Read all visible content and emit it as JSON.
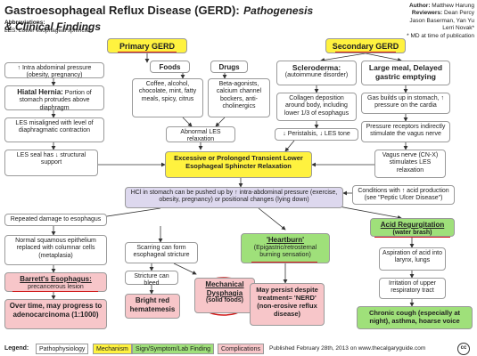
{
  "header": {
    "title_main": "Gastroesophageal Reflux Disease (GERD):",
    "title_sub": "Pathogenesis & Clinical Findings",
    "abbrev_label": "Abbreviations:",
    "abbrev_text": "LES: Lower esophageal sphincter",
    "author_label": "Author:",
    "author": "Matthew Harung",
    "reviewers_label": "Reviewers:",
    "reviewers": [
      "Dean Percy",
      "Jason Baserman, Yan Yu",
      "Lerri Novak*"
    ],
    "md_note": "* MD at time of publication"
  },
  "primary": {
    "heading": "Primary GERD",
    "intra": "↑ Intra abdominal pressure (obesity, pregnancy)",
    "hiatal_title": "Hiatal Hernia:",
    "hiatal_text": " Portion of stomach protrudes above diaphragm",
    "les_misalign": "LES misaligned with level of diaphragmatic contraction",
    "les_seal": "LES seal has ↓ structural support",
    "foods_heading": "Foods",
    "foods_text": "Coffee, alcohol, chocolate, mint, fatty meals, spicy, citrus",
    "drugs_heading": "Drugs",
    "drugs_text": "Beta-agonists, calcium channel bockers, anti-cholinergics",
    "abnormal_les": "Abnormal LES relaxation",
    "transient": "Excessive or Prolonged Transient Lower Esophageal Sphincter Relaxation",
    "hcl": "HCl in stomach can be pushed up by ↑ intra-abdominal pressure (exercise, obesity, pregnancy) or positional changes (lying down)"
  },
  "secondary": {
    "heading": "Secondary GERD",
    "sclero_heading": "Scleroderma:",
    "sclero_sub": "(autoimmune disorder)",
    "collagen": "Collagen deposition around body, including lower 1/3 of esophagus",
    "peristalsis": "↓ Peristalsis, ↓ LES tone",
    "large_meal": "Large meal, Delayed gastric emptying",
    "gas": "Gas builds up in stomach, ↑ pressure on the cardia",
    "pressure_receptors": "Pressure receptors indirectly stimulate the vagus nerve",
    "vagus": "Vagus nerve (CN-X) stimulates LES relaxation",
    "conditions": "Conditions with ↑ acid production (see \"Peptic Ulcer Disease\")"
  },
  "bottom": {
    "repeated": "Repeated damage to esophagus",
    "normal_squamous": "Normal squamous epithelium replaced with columnar cells (metaplasia)",
    "barrett_title": "Barrett's Esophagus:",
    "barrett_sub": "precancerous lesion",
    "over_time": "Over time, may progress to adenocarcinoma (1:1000)",
    "scarring": "Scarring can form esophageal stricture",
    "stricture_bleed": "Stricture can bleed",
    "bright_red": "Bright red hematemesis",
    "mech_title": "Mechanical Dysphagia",
    "mech_sub": "(solid foods)",
    "heartburn_title": "'Heartburn'",
    "heartburn_sub": "(Epigastric/retrosternal burning sensation)",
    "nerd": "May persist despite treatment= 'NERD' (non-erosive reflux disease)",
    "acid_title": "Acid Regurgitation",
    "acid_sub": "(water brash)",
    "aspiration": "Aspiration of acid into larynx, lungs",
    "irritation": "Irritation of upper respiratory tract",
    "cough": "Chronic cough (especially at night), asthma, hoarse voice"
  },
  "legend": {
    "label": "Legend:",
    "items": [
      "Pathophysiology",
      "Mechanism",
      "Sign/Symptom/Lab Finding",
      "Complications"
    ],
    "published": "Published February 28th, 2013 on www.thecalgaryguide.com"
  },
  "colors": {
    "pathophysiology": "#ffffff",
    "mechanism": "#fff23f",
    "sign": "#9fe07a",
    "complications": "#f7c6c9",
    "highlight_circle": "#d01818"
  }
}
